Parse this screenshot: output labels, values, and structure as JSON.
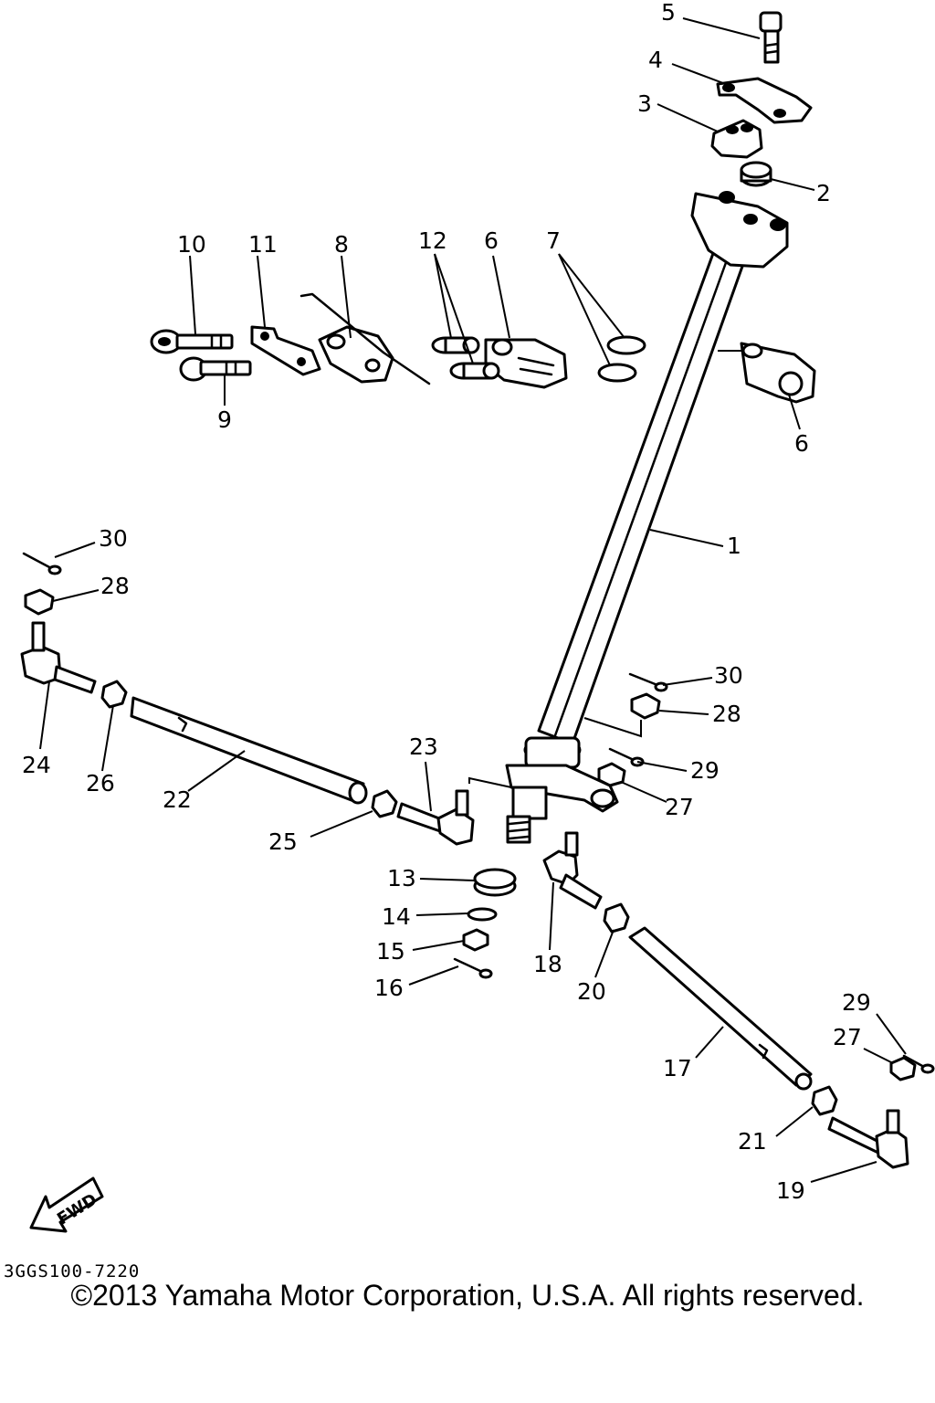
{
  "callouts": [
    {
      "id": "c1",
      "text": "1"
    },
    {
      "id": "c2",
      "text": "2"
    },
    {
      "id": "c3",
      "text": "3"
    },
    {
      "id": "c4",
      "text": "4"
    },
    {
      "id": "c5",
      "text": "5"
    },
    {
      "id": "c6a",
      "text": "6"
    },
    {
      "id": "c6b",
      "text": "6"
    },
    {
      "id": "c7",
      "text": "7"
    },
    {
      "id": "c8",
      "text": "8"
    },
    {
      "id": "c9",
      "text": "9"
    },
    {
      "id": "c10",
      "text": "10"
    },
    {
      "id": "c11",
      "text": "11"
    },
    {
      "id": "c12",
      "text": "12"
    },
    {
      "id": "c13",
      "text": "13"
    },
    {
      "id": "c14",
      "text": "14"
    },
    {
      "id": "c15",
      "text": "15"
    },
    {
      "id": "c16",
      "text": "16"
    },
    {
      "id": "c17",
      "text": "17"
    },
    {
      "id": "c18",
      "text": "18"
    },
    {
      "id": "c19",
      "text": "19"
    },
    {
      "id": "c20",
      "text": "20"
    },
    {
      "id": "c21",
      "text": "21"
    },
    {
      "id": "c22",
      "text": "22"
    },
    {
      "id": "c23",
      "text": "23"
    },
    {
      "id": "c24",
      "text": "24"
    },
    {
      "id": "c25",
      "text": "25"
    },
    {
      "id": "c26",
      "text": "26"
    },
    {
      "id": "c27a",
      "text": "27"
    },
    {
      "id": "c27b",
      "text": "27"
    },
    {
      "id": "c28a",
      "text": "28"
    },
    {
      "id": "c28b",
      "text": "28"
    },
    {
      "id": "c29a",
      "text": "29"
    },
    {
      "id": "c29b",
      "text": "29"
    },
    {
      "id": "c30a",
      "text": "30"
    },
    {
      "id": "c30b",
      "text": "30"
    }
  ],
  "fwd_label": "FWD",
  "diagram_code": "3GGS100-7220",
  "copyright": "©2013 Yamaha Motor Corporation, U.S.A. All rights reserved."
}
